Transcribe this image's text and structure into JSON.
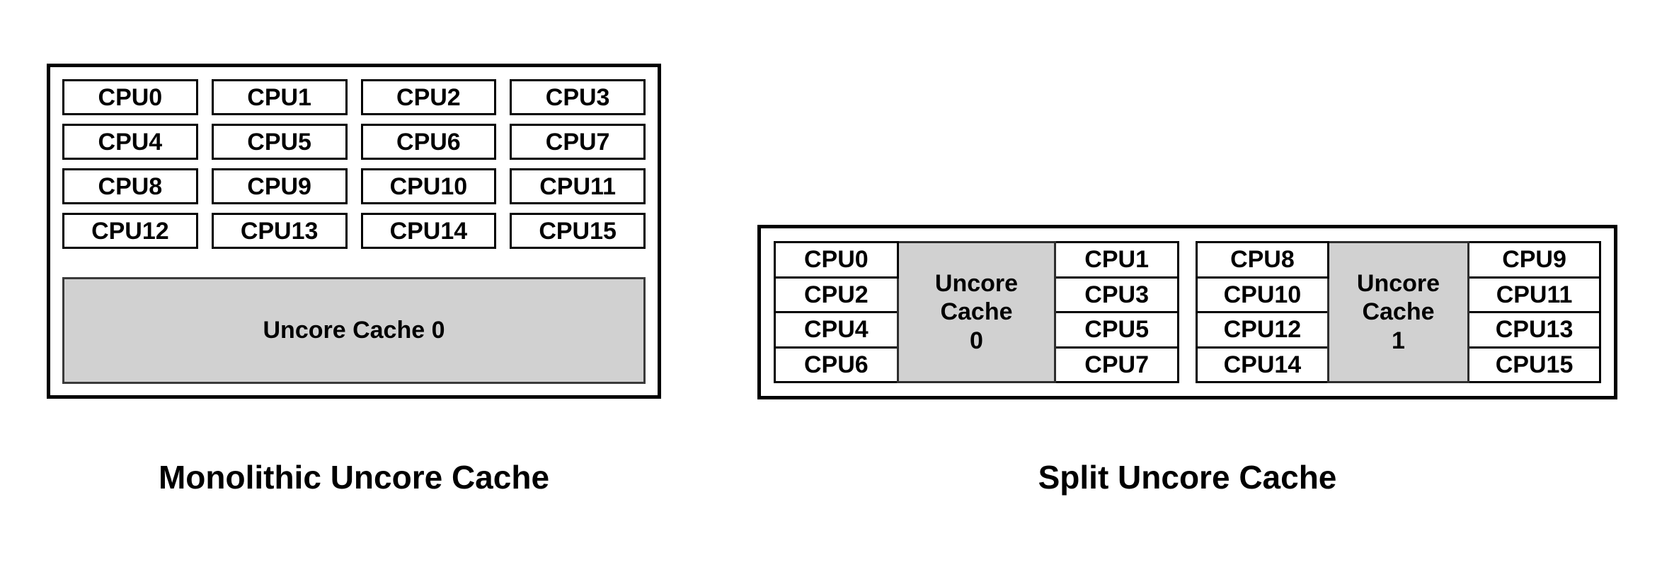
{
  "page": {
    "background": "#ffffff"
  },
  "colors": {
    "border": "#000000",
    "cache_fill": "#d1d1d1",
    "text": "#000000"
  },
  "monolithic": {
    "title": "Monolithic Uncore Cache",
    "cpus": [
      "CPU0",
      "CPU1",
      "CPU2",
      "CPU3",
      "CPU4",
      "CPU5",
      "CPU6",
      "CPU7",
      "CPU8",
      "CPU9",
      "CPU10",
      "CPU11",
      "CPU12",
      "CPU13",
      "CPU14",
      "CPU15"
    ],
    "cache_label": "Uncore Cache 0"
  },
  "split": {
    "title": "Split Uncore Cache",
    "clusters": [
      {
        "left_column": [
          "CPU0",
          "CPU2",
          "CPU4",
          "CPU6"
        ],
        "cache_lines": [
          "Uncore",
          "Cache",
          "0"
        ],
        "right_column": [
          "CPU1",
          "CPU3",
          "CPU5",
          "CPU7"
        ]
      },
      {
        "left_column": [
          "CPU8",
          "CPU10",
          "CPU12",
          "CPU14"
        ],
        "cache_lines": [
          "Uncore",
          "Cache",
          "1"
        ],
        "right_column": [
          "CPU9",
          "CPU11",
          "CPU13",
          "CPU15"
        ]
      }
    ]
  }
}
